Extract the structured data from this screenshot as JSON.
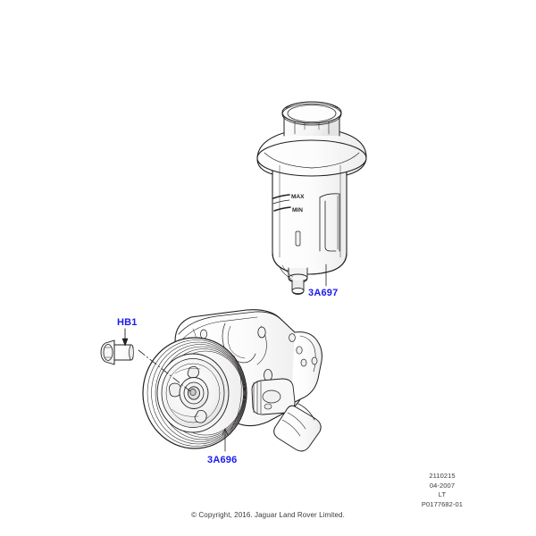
{
  "page": {
    "background_color": "#ffffff",
    "line_color": "#231f20",
    "label_color": "#1a1aee",
    "text_color": "#3a3a3a"
  },
  "callouts": {
    "reservoir": "3A697",
    "pump": "3A696",
    "bolt": "HB1"
  },
  "reservoir": {
    "level_marks": {
      "max": "MAX",
      "min": "MIN"
    }
  },
  "footer": {
    "drawing_number": "2110215",
    "date": "04-2007",
    "code": "LT",
    "figure_id": "P0177682-01",
    "copyright": "© Copyright, 2016. Jaguar Land Rover Limited."
  }
}
